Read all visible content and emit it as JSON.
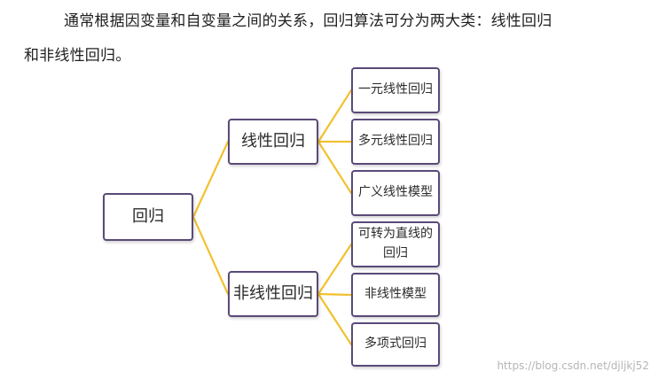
{
  "intro": {
    "line1": "通常根据因变量和自变量之间的关系，回归算法可分为两大类：线性回归",
    "line2": "和非线性回归。"
  },
  "diagram": {
    "root": "回归",
    "linear": {
      "label": "线性回归",
      "children": [
        "一元线性回归",
        "多元线性回归",
        "广义线性模型"
      ]
    },
    "nonlinear": {
      "label": "非线性回归",
      "children": [
        "可转为直线的回归",
        "非线性模型",
        "多项式回归"
      ]
    },
    "connector_color": "#f2c12e",
    "border_color": "#5a4a78"
  },
  "watermark": "https://blog.csdn.net/djljkj52"
}
